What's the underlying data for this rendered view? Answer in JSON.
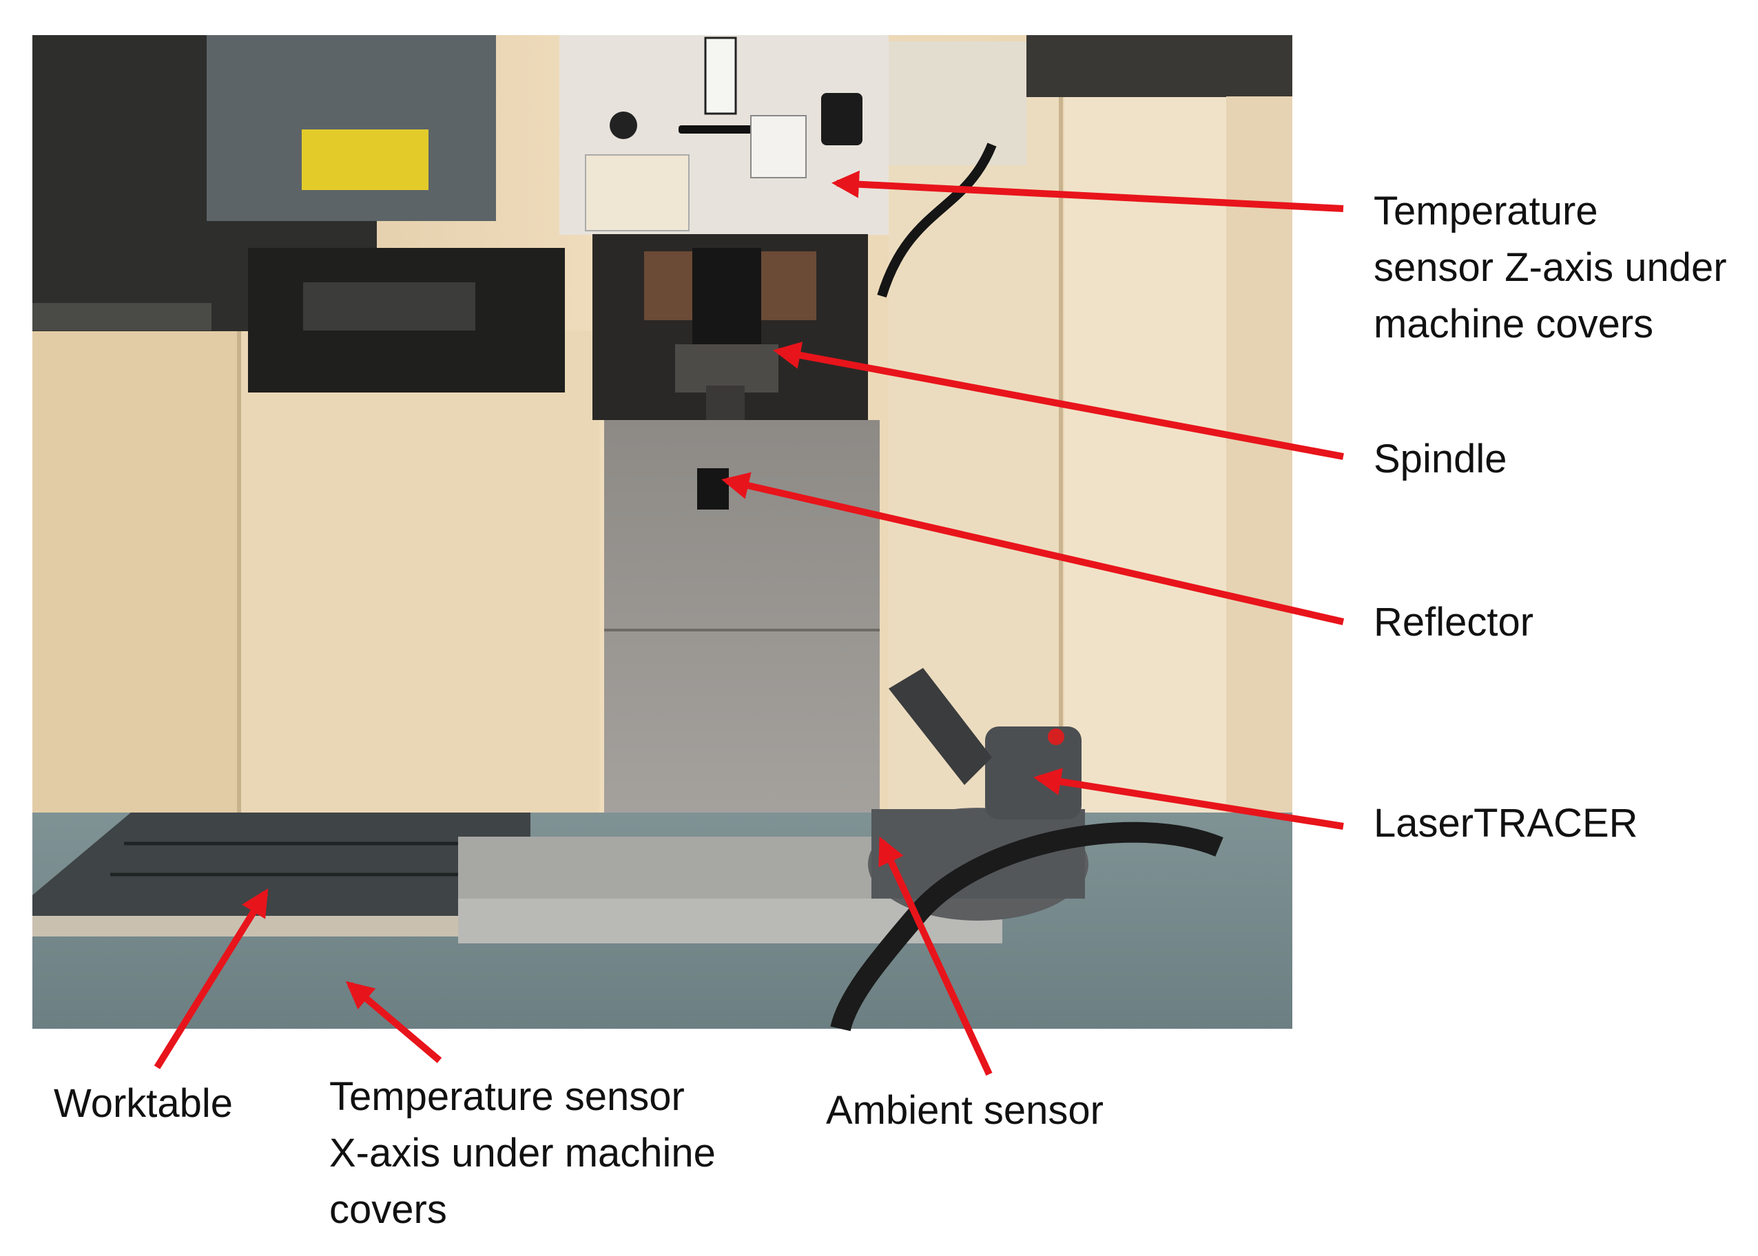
{
  "labels": {
    "temperature_sensor_z": "Temperature\nsensor Z-axis under\nmachine covers",
    "spindle": "Spindle",
    "reflector": "Reflector",
    "lasertracer": "LaserTRACER",
    "worktable": "Worktable",
    "temperature_sensor_x": "Temperature sensor\nX-axis under machine\ncovers",
    "ambient_sensor": "Ambient sensor"
  },
  "colors": {
    "arrow": "#e8141b",
    "label_text": "#111111"
  },
  "icons": [
    "arrow-icon"
  ]
}
